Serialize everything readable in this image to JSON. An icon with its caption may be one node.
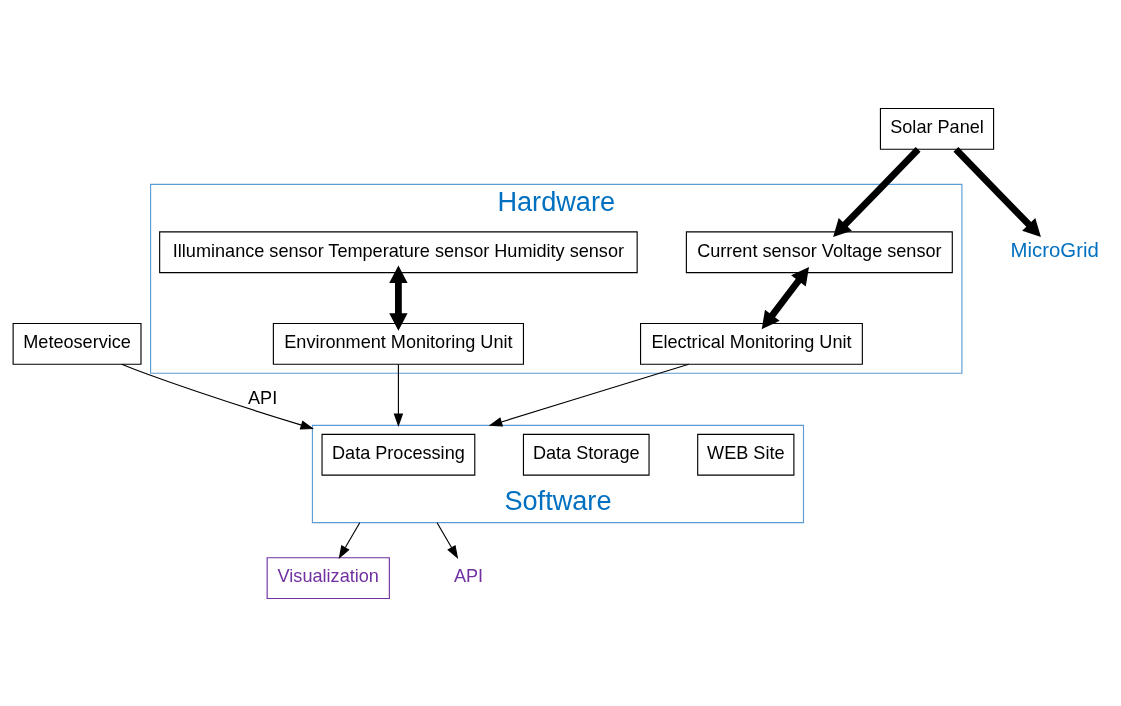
{
  "diagram": {
    "nodes": [
      {
        "text": [
          "Hardware"
        ]
      },
      {
        "text": [
          "Illuminance sensor Temperature sensor Humidity sensor"
        ],
        "in": 0
      },
      {
        "text": [
          "Current sensor Voltage sensor"
        ],
        "in": 0
      },
      {
        "text": [
          "Environment Monitoring Unit"
        ],
        "in": 0
      },
      {
        "text": [
          "Electrical Monitoring Unit"
        ],
        "in": 0
      },
      {
        "text": [
          "Solar Panel"
        ]
      },
      {
        "text": [
          "MicroGrid"
        ]
      },
      {
        "text": [
          "Software"
        ]
      },
      {
        "text": [
          "WEB Site"
        ],
        "in": 7
      },
      {
        "text": [
          "Data Storage"
        ],
        "in": 7
      },
      {
        "text": [
          "Data Processing"
        ],
        "in": 7
      },
      {
        "text": [
          "Meteoservice"
        ]
      },
      {
        "text": [
          "Visualization"
        ]
      },
      {
        "text": [
          "API"
        ]
      }
    ],
    "edges": [
      {
        "from": 1,
        "to": 3,
        "arrow": "both",
        "style": "thick"
      },
      {
        "from": 2,
        "to": 4,
        "arrow": "both",
        "style": "thick"
      },
      {
        "from": 5,
        "to": 2,
        "arrow": "to",
        "style": "thick"
      },
      {
        "from": 5,
        "to": 6,
        "arrow": "to",
        "style": "thick"
      },
      {
        "from": 3,
        "to": 7,
        "arrow": "to"
      },
      {
        "from": 4,
        "to": 7,
        "arrow": "to"
      },
      {
        "from": 11,
        "to": 7,
        "arrow": "to",
        "label": "API"
      },
      {
        "from": 7,
        "to": 12,
        "arrow": "to"
      },
      {
        "from": 7,
        "to": 13,
        "arrow": "to"
      }
    ]
  }
}
